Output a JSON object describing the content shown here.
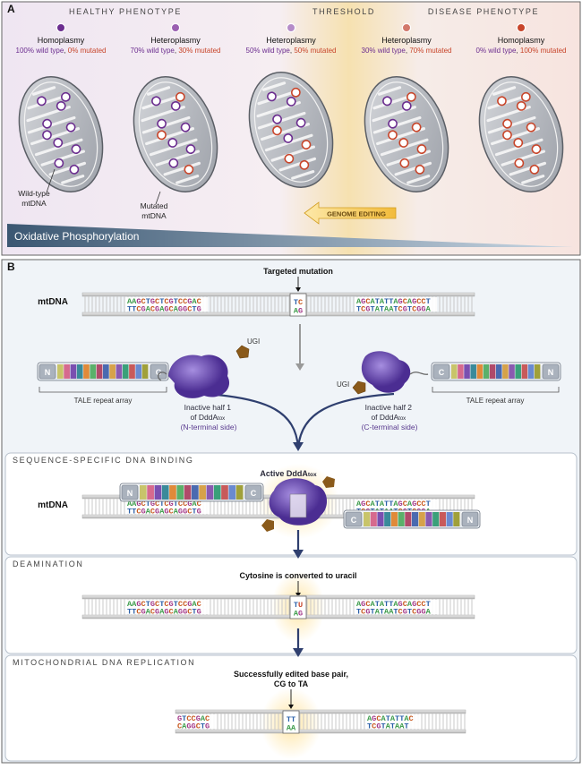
{
  "panel_a": {
    "letter": "A",
    "headers": {
      "healthy": "HEALTHY PHENOTYPE",
      "threshold": "THRESHOLD",
      "disease": "DISEASE PHENOTYPE"
    },
    "states": [
      {
        "type": "Homoplasmy",
        "wild": "100% wild type",
        "mut": "0% mutated",
        "wild_fraction": 1.0
      },
      {
        "type": "Heteroplasmy",
        "wild": "70% wild type",
        "mut": "30% mutated",
        "wild_fraction": 0.7
      },
      {
        "type": "Heteroplasmy",
        "wild": "50% wild type",
        "mut": "50% mutated",
        "wild_fraction": 0.5
      },
      {
        "type": "Heteroplasmy",
        "wild": "30% wild type",
        "mut": "70% mutated",
        "wild_fraction": 0.3
      },
      {
        "type": "Homoplasmy",
        "wild": "0% wild type",
        "mut": "100% mutated",
        "wild_fraction": 0.0
      }
    ],
    "wildtype_label": [
      "Wild-type",
      "mtDNA"
    ],
    "mutated_label": [
      "Mutated",
      "mtDNA"
    ],
    "genome_editing": "GENOME EDITING",
    "oxphos": "Oxidative Phosphorylation",
    "colors": {
      "wild": "#6b2d8f",
      "mutated": "#c8452a",
      "threshold": "#f3d48a"
    }
  },
  "panel_b": {
    "letter": "B",
    "targeted_mutation": "Targeted mutation",
    "mtdna": "mtDNA",
    "seq_left_top": "AAGCTGCTCGTCCGAC",
    "seq_left_bottom": "TTCGACGAGCAGGCTG",
    "seq_right_top": "AGCATATTAGCAGCCT",
    "seq_right_bottom": "TCGTATAATCGTCGGA",
    "target_top": "TC",
    "target_bottom": "AG",
    "ugi": "UGI",
    "tale_n": "N",
    "tale_c": "C",
    "tale_label": "TALE repeat array",
    "half1": [
      "Inactive half 1",
      "of DddA",
      "tox",
      "(N-terminal side)"
    ],
    "half2": [
      "Inactive half 2",
      "of DddA",
      "tox",
      "(C-terminal side)"
    ],
    "stages": {
      "binding": "SEQUENCE-SPECIFIC DNA BINDING",
      "deamination": "DEAMINATION",
      "replication": "MITOCHONDRIAL DNA REPLICATION"
    },
    "active": [
      "Active DddA",
      "tox"
    ],
    "uracil_caption": "Cytosine is converted to uracil",
    "uracil_top": "TU",
    "uracil_bottom": "AG",
    "edited_caption": [
      "Successfully edited base pair,",
      "CG to TA"
    ],
    "rep_left_top": "GTCCGAC",
    "rep_left_bottom": "CAGGCTG",
    "rep_right_top": "AGCATATTAC",
    "rep_right_bottom": "TCGTATAAT",
    "edited_top": "TT",
    "edited_bottom": "AA"
  }
}
